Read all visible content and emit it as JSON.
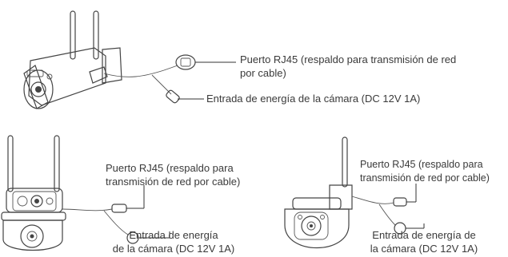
{
  "figure1": {
    "rj45_line1": "Puerto RJ45 (respaldo para transmisión de red",
    "rj45_line2": "por cable)",
    "power": "Entrada de energía de la cámara (DC 12V 1A)"
  },
  "figure2": {
    "rj45_line1": "Puerto RJ45 (respaldo para",
    "rj45_line2": "transmisión de red por cable)",
    "power_line1": "Entrada de energía",
    "power_line2": "de la cámara (DC 12V 1A)"
  },
  "figure3": {
    "rj45_line1": "Puerto RJ45 (respaldo para",
    "rj45_line2": "transmisión de red por cable)",
    "power_line1": "Entrada de energía de",
    "power_line2": "la cámara (DC 12V 1A)"
  },
  "icons": [
    "bullet-camera-icon",
    "dual-lens-ptz-camera-icon",
    "ptz-dome-camera-icon"
  ]
}
